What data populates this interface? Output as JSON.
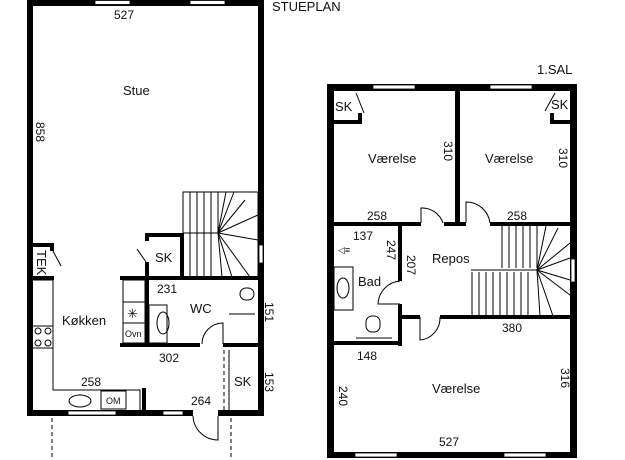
{
  "ground_floor": {
    "title": "STUEPLAN",
    "rooms": {
      "stue": "Stue",
      "kitchen": "Køkken",
      "wc": "WC",
      "closet1": "SK",
      "closet2": "SK",
      "tech": "TEK"
    },
    "appliances": {
      "oven": "Ovn",
      "washer": "OM"
    },
    "dimensions": {
      "top": "527",
      "left": "858",
      "wc_top": "231",
      "wc_right": "151",
      "wc_bottom": "302",
      "kitchen_bottom": "258",
      "entry": "264",
      "closet_right": "153"
    }
  },
  "upper_floor": {
    "title": "1.SAL",
    "rooms": {
      "room1": "Værelse",
      "room2": "Værelse",
      "room3": "Værelse",
      "landing": "Repos",
      "bath": "Bad",
      "closet1": "SK",
      "closet2": "SK"
    },
    "dimensions": {
      "room1_right": "310",
      "room2_right": "310",
      "room1_bottom": "258",
      "room2_bottom": "258",
      "bath_top": "137",
      "bath_right": "247",
      "landing_left": "207",
      "stair_bottom": "380",
      "bath_bottom": "148",
      "room3_left": "240",
      "room3_right": "316",
      "bottom": "527"
    }
  }
}
